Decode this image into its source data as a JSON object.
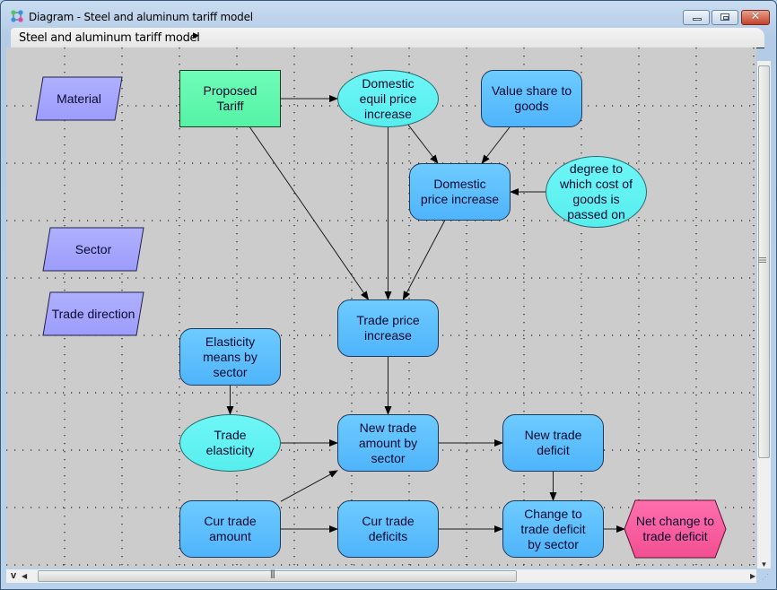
{
  "window": {
    "title": "Diagram - Steel and aluminum tariff model",
    "buttons": {
      "minimize": "minimize",
      "maximize": "maximize",
      "close": "✕"
    }
  },
  "breadcrumb": {
    "label": "Steel and aluminum tariff model",
    "arrow": "▶"
  },
  "colors": {
    "canvas": "#cccccc",
    "module_index": "#a4a4ff",
    "decision": "#5ef7ad",
    "chance": "#62f1f1",
    "variable": "#5bbefd",
    "objective": "#ff5599"
  },
  "nodes": [
    {
      "id": "material",
      "label": "Material",
      "kind": "index"
    },
    {
      "id": "sector",
      "label": "Sector",
      "kind": "index"
    },
    {
      "id": "trade_direction",
      "label": "Trade direction",
      "kind": "index"
    },
    {
      "id": "proposed_tariff",
      "label": "Proposed Tariff",
      "kind": "decision"
    },
    {
      "id": "domestic_equil_price_increase",
      "label": "Domestic equil price increase",
      "kind": "chance"
    },
    {
      "id": "value_share_to_goods",
      "label": "Value share to goods",
      "kind": "variable"
    },
    {
      "id": "domestic_price_increase",
      "label": "Domestic price increase",
      "kind": "variable"
    },
    {
      "id": "degree_cost_passed_on",
      "label": "degree to which cost of goods is passed on",
      "kind": "chance"
    },
    {
      "id": "trade_price_increase",
      "label": "Trade price increase",
      "kind": "variable"
    },
    {
      "id": "elasticity_means_by_sector",
      "label": "Elasticity means by sector",
      "kind": "variable"
    },
    {
      "id": "trade_elasticity",
      "label": "Trade elasticity",
      "kind": "chance"
    },
    {
      "id": "new_trade_amount_by_sector",
      "label": "New trade amount by sector",
      "kind": "variable"
    },
    {
      "id": "new_trade_deficit",
      "label": "New trade deficit",
      "kind": "variable"
    },
    {
      "id": "cur_trade_amount",
      "label": "Cur trade amount",
      "kind": "variable"
    },
    {
      "id": "cur_trade_deficits",
      "label": "Cur trade deficits",
      "kind": "variable"
    },
    {
      "id": "change_to_trade_deficit_by_sector",
      "label": "Change to trade deficit by sector",
      "kind": "variable"
    },
    {
      "id": "net_change_to_trade_deficit",
      "label": "Net change to trade deficit",
      "kind": "objective"
    }
  ],
  "arrows": [
    [
      "proposed_tariff",
      "domestic_equil_price_increase"
    ],
    [
      "proposed_tariff",
      "trade_price_increase"
    ],
    [
      "domestic_equil_price_increase",
      "trade_price_increase"
    ],
    [
      "domestic_equil_price_increase",
      "domestic_price_increase"
    ],
    [
      "value_share_to_goods",
      "domestic_price_increase"
    ],
    [
      "degree_cost_passed_on",
      "domestic_price_increase"
    ],
    [
      "domestic_price_increase",
      "trade_price_increase"
    ],
    [
      "trade_price_increase",
      "new_trade_amount_by_sector"
    ],
    [
      "elasticity_means_by_sector",
      "trade_elasticity"
    ],
    [
      "trade_elasticity",
      "new_trade_amount_by_sector"
    ],
    [
      "cur_trade_amount",
      "new_trade_amount_by_sector"
    ],
    [
      "new_trade_amount_by_sector",
      "new_trade_deficit"
    ],
    [
      "cur_trade_amount",
      "cur_trade_deficits"
    ],
    [
      "cur_trade_deficits",
      "change_to_trade_deficit_by_sector"
    ],
    [
      "new_trade_deficit",
      "change_to_trade_deficit_by_sector"
    ],
    [
      "change_to_trade_deficit_by_sector",
      "net_change_to_trade_deficit"
    ]
  ],
  "scrollbars": {
    "zoom_toggle": "v",
    "up": "▲",
    "down": "▼",
    "left": "◀",
    "right": "▶",
    "grip": "|||"
  }
}
